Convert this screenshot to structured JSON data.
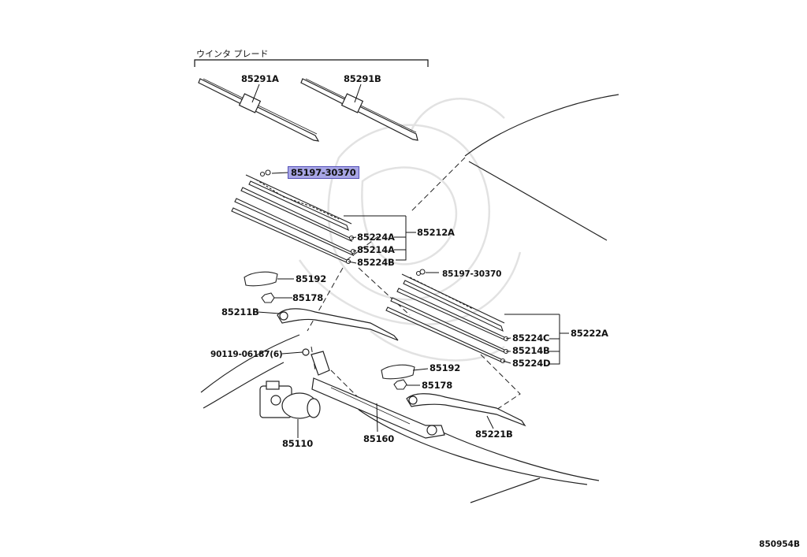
{
  "header": {
    "group_label": "ウインタ プレード"
  },
  "labels": {
    "p85291A": "85291A",
    "p85291B": "85291B",
    "p85197_hl": "85197-30370",
    "p85224A": "85224A",
    "p85214A": "85214A",
    "p85224B": "85224B",
    "p85212A": "85212A",
    "p85192_l": "85192",
    "p85178_l": "85178",
    "p85211B": "85211B",
    "p90119": "90119-06187(6)",
    "p85197_r": "85197-30370",
    "p85224C": "85224C",
    "p85214B": "85214B",
    "p85224D": "85224D",
    "p85222A": "85222A",
    "p85192_r": "85192",
    "p85178_r": "85178",
    "p85110": "85110",
    "p85160": "85160",
    "p85221B": "85221B"
  },
  "highlight_color": "#a8a6e6",
  "footer": {
    "diagram_ref": "850954B"
  }
}
